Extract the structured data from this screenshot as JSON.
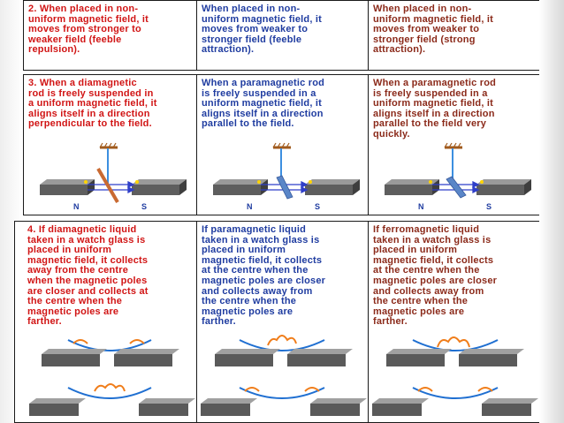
{
  "row2": {
    "dia": [
      "2. When placed in non-",
      "uniform magnetic field, it",
      "moves from stronger to",
      "weaker field (feeble",
      "repulsion)."
    ],
    "para": [
      "When placed in non-",
      "uniform magnetic field, it",
      "moves from weaker to",
      "stronger field (feeble",
      "attraction)."
    ],
    "ferro": [
      "When placed in non-",
      "uniform magnetic field, it",
      "moves from weaker to",
      "stronger field (strong",
      "attraction)."
    ]
  },
  "row3": {
    "dia": [
      "3. When a diamagnetic",
      "rod is freely suspended in",
      "a uniform magnetic field, it",
      "aligns itself in a direction",
      "perpendicular to the field."
    ],
    "para": [
      "When a paramagnetic rod",
      "is freely suspended in a",
      "uniform magnetic field, it",
      "aligns itself in a direction",
      "parallel to the field."
    ],
    "ferro": [
      "When a paramagnetic rod",
      "is freely suspended in a",
      "uniform magnetic field, it",
      "aligns itself in a direction",
      "parallel to the field very",
      "quickly."
    ],
    "pole_n": "N",
    "pole_s": "S"
  },
  "row4": {
    "dia": [
      "4. If diamagnetic liquid",
      "taken in a watch glass is",
      "placed in uniform",
      "magnetic field, it collects",
      "away from the centre",
      "when the magnetic poles",
      "are closer and collects at",
      "the centre when the",
      "magnetic poles are",
      "farther."
    ],
    "para": [
      "If paramagnetic liquid",
      "taken in a watch glass is",
      "placed in uniform",
      "magnetic field, it collects",
      "at the centre when the",
      "magnetic poles are closer",
      "and collects away from",
      "the centre when the",
      "magnetic poles are",
      "farther."
    ],
    "ferro": [
      "If ferromagnetic liquid",
      "taken in a watch glass is",
      "placed in uniform",
      "magnetic field, it collects",
      "at the centre when the",
      "magnetic poles are closer",
      "and collects away from",
      "the centre when the",
      "magnetic poles are",
      "farther."
    ]
  },
  "colors": {
    "diamagnetic": "#d11515",
    "paramagnetic": "#1f3ca0",
    "ferromagnetic": "#8b2a1a",
    "field": "#2f3fc9",
    "rod": "#2d6fb0",
    "suspension": "#3c8fe0",
    "liquid": "#f07d1a"
  }
}
